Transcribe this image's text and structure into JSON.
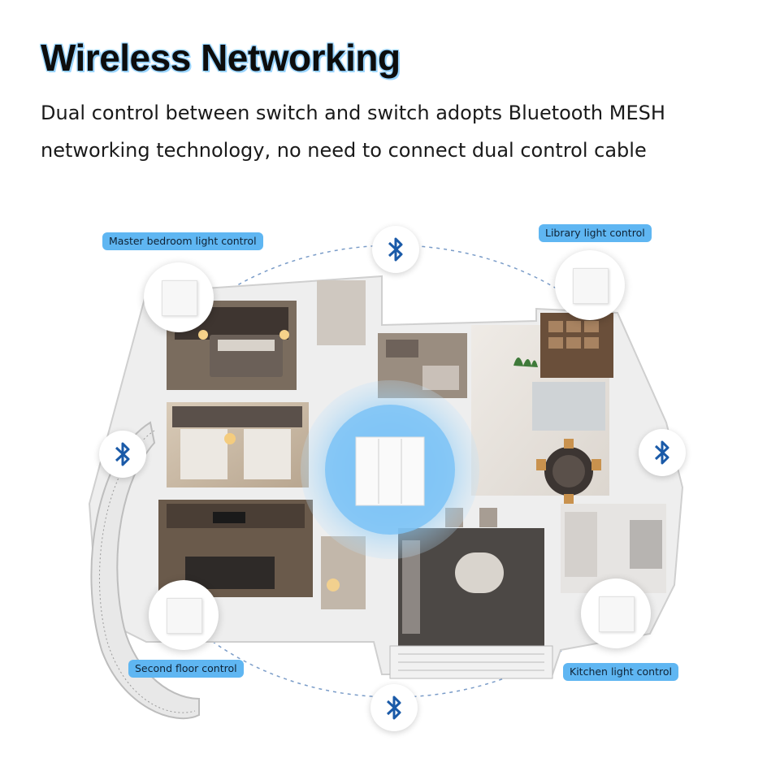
{
  "headline": "Wireless Networking",
  "description": "Dual control between switch and switch adopts Bluetooth MESH networking technology, no need to connect dual control cable",
  "labels": {
    "master_bedroom": "Master bedroom light control",
    "library": "Library light control",
    "second_floor": "Second floor control",
    "kitchen": "Kitchen light control"
  },
  "icons": {
    "bluetooth": "bluetooth-icon",
    "switch": "wall-switch-icon"
  },
  "colors": {
    "accent": "#5fb6f2",
    "bluetooth": "#1a5aa8",
    "glow": "#7cc4f5"
  }
}
